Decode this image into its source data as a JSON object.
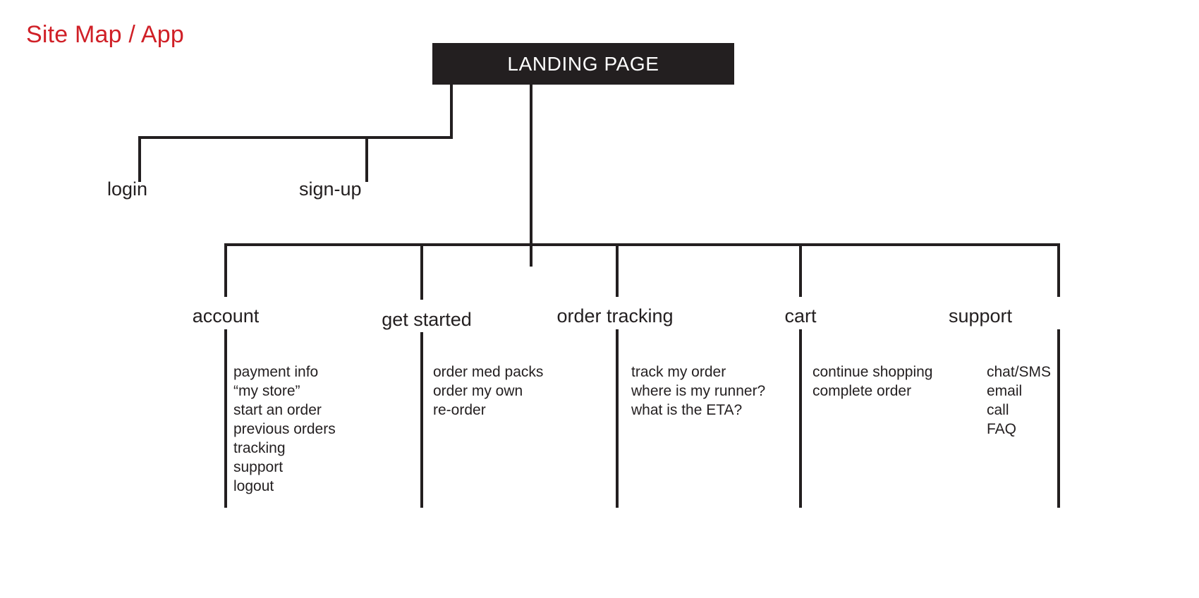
{
  "title": "Site Map / App",
  "accent_color": "#d02027",
  "line_color": "#231f20",
  "root": {
    "label": "LANDING PAGE",
    "box_fill": "#231f20",
    "box_text_color": "#ffffff"
  },
  "auth_branch": [
    {
      "label": "login"
    },
    {
      "label": "sign-up"
    }
  ],
  "main_branch": [
    {
      "label": "account",
      "children": [
        "payment info",
        "“my store”",
        "start an order",
        "previous orders",
        "tracking",
        "support",
        "logout"
      ]
    },
    {
      "label": "get started",
      "children": [
        "order med packs",
        "order my own",
        "re-order"
      ]
    },
    {
      "label": "order tracking",
      "children": [
        "track my order",
        "where is my runner?",
        "what is the ETA?"
      ]
    },
    {
      "label": "cart",
      "children": [
        "continue shopping",
        "complete order"
      ]
    },
    {
      "label": "support",
      "children": [
        "chat/SMS",
        "email",
        "call",
        "FAQ"
      ]
    }
  ]
}
